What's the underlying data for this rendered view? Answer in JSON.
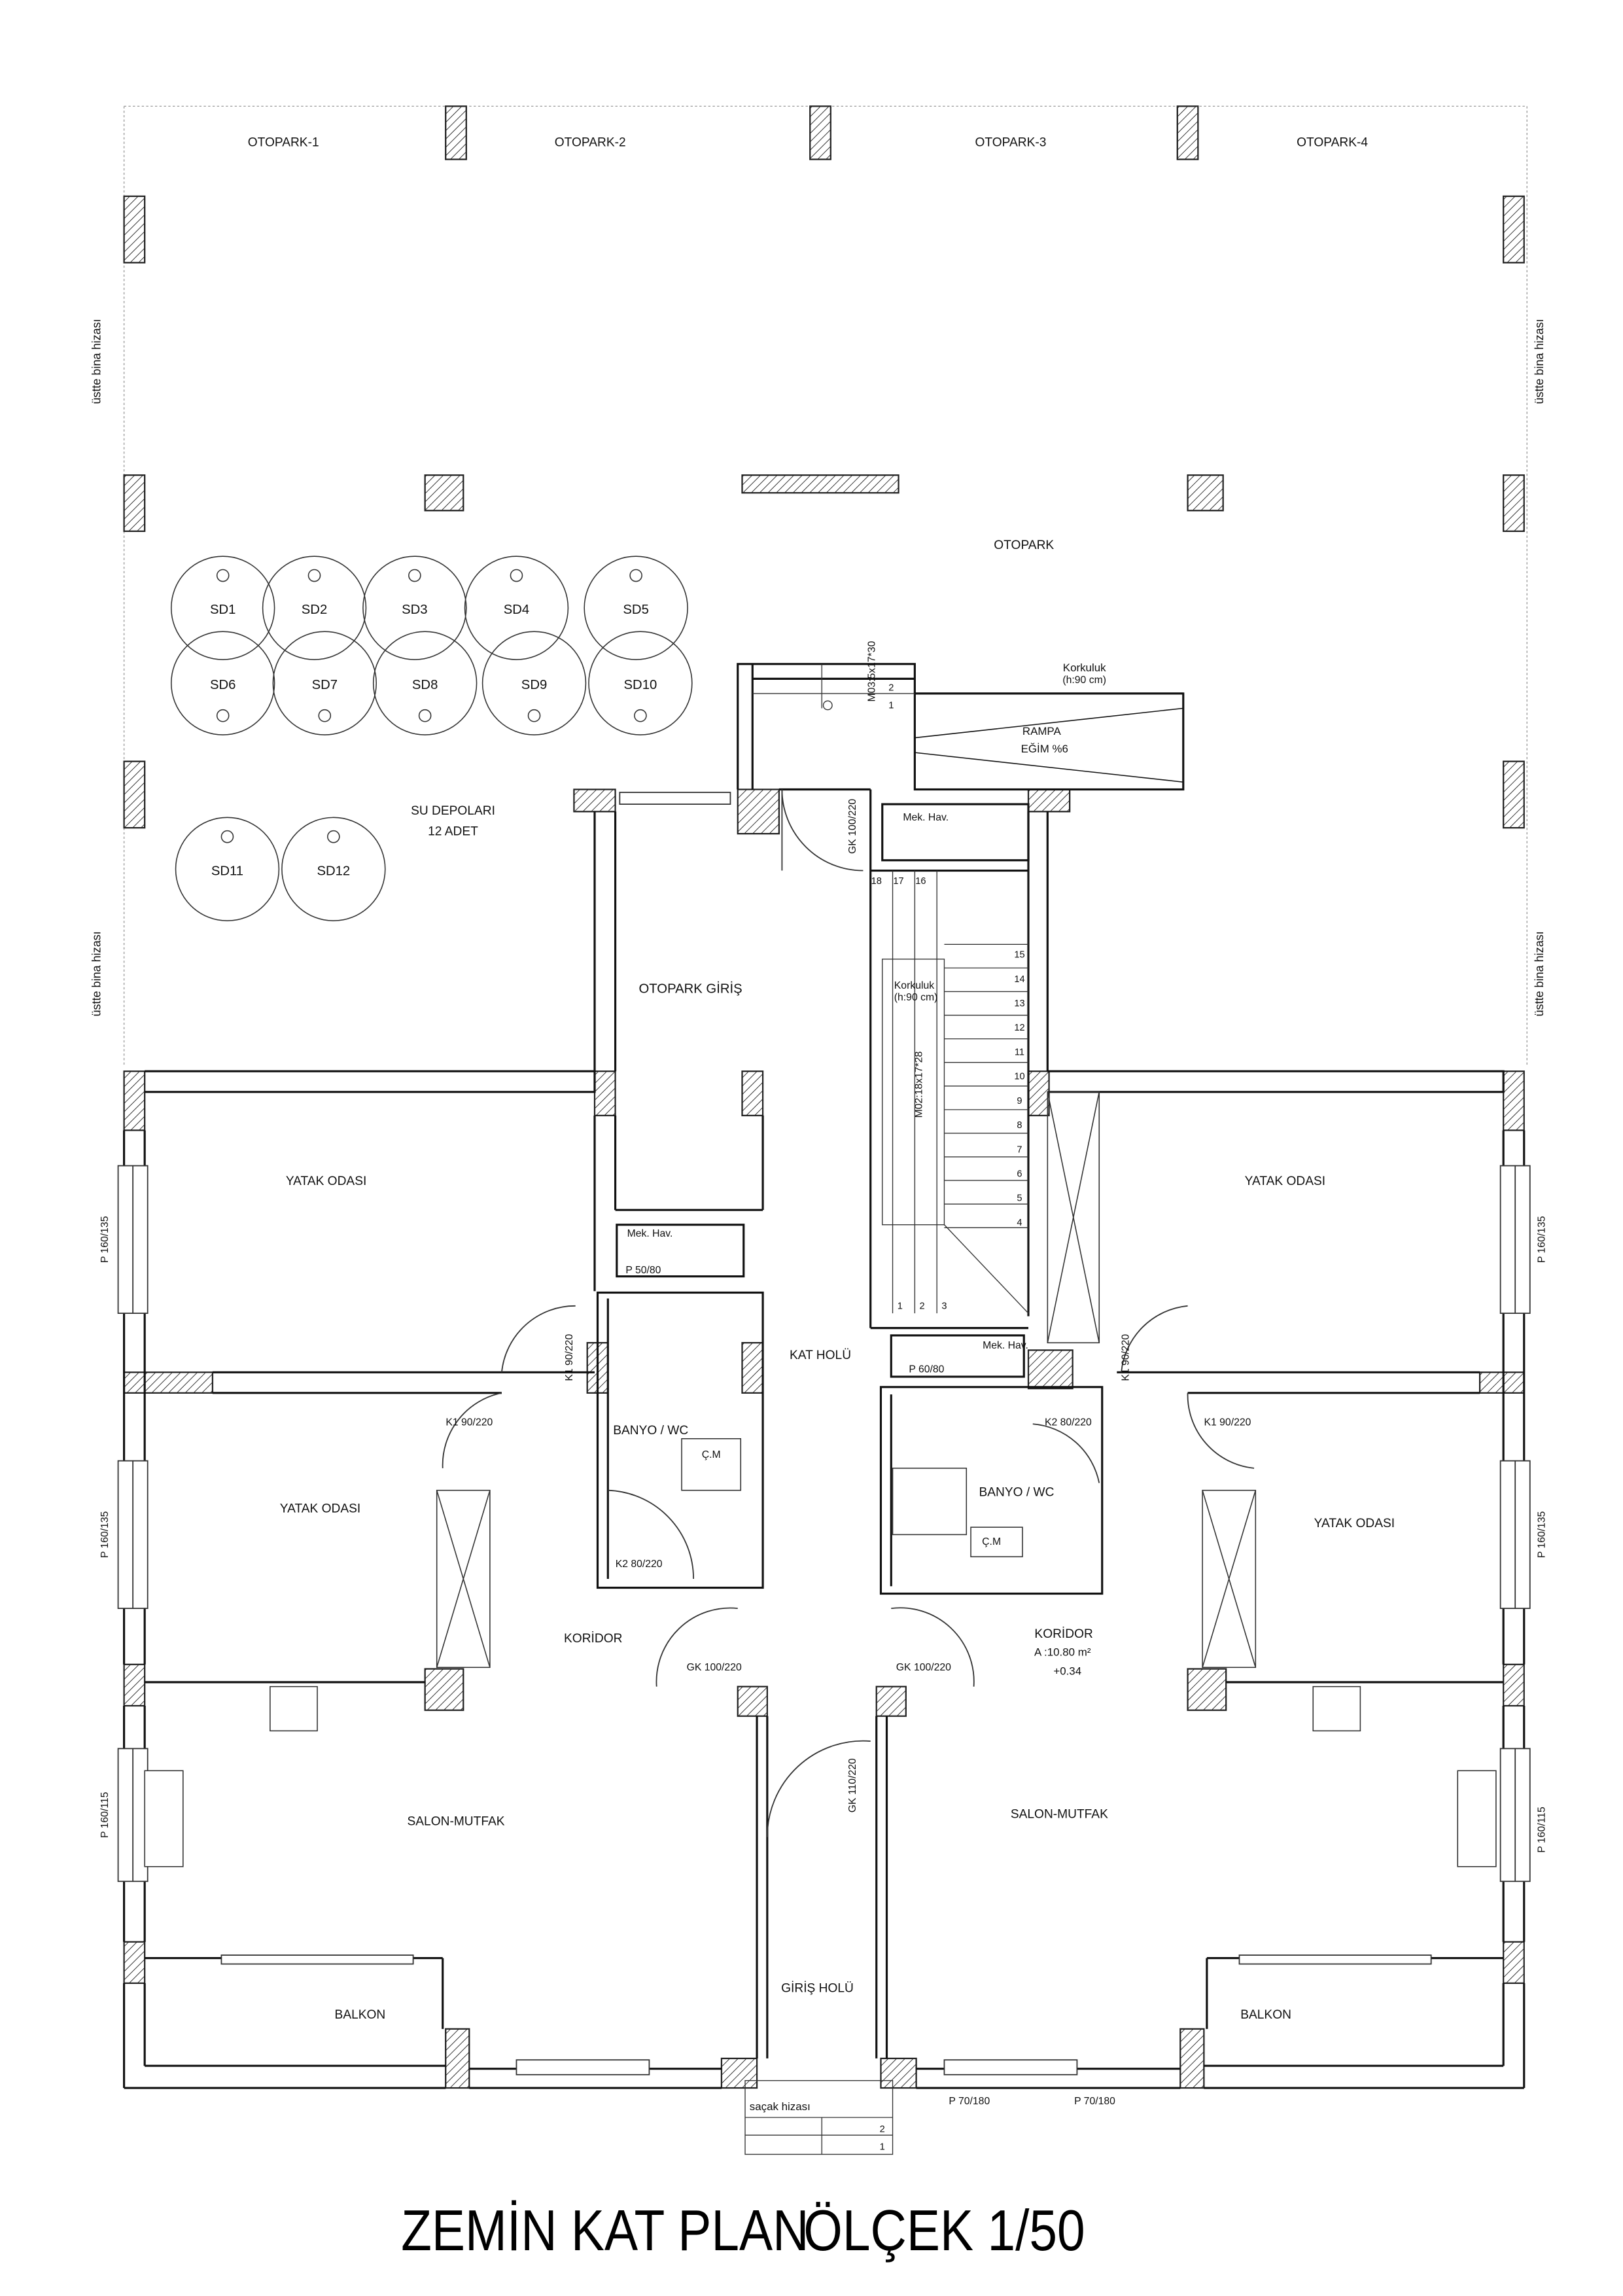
{
  "plan": {
    "title": "ZEMİN KAT PLAN",
    "scale": "ÖLÇEK 1/50"
  },
  "parking": {
    "spaces": [
      "OTOPARK-1",
      "OTOPARK-2",
      "OTOPARK-3",
      "OTOPARK-4"
    ],
    "main": "OTOPARK",
    "entrance": "OTOPARK GİRİŞ",
    "ramp": "RAMPA",
    "ramp_slope": "EĞİM %6",
    "railing": "Korkuluk",
    "railing_height": "(h:90 cm)",
    "upper_line": "üstte bina hizası"
  },
  "water_tanks": {
    "names": [
      "SD1",
      "SD2",
      "SD3",
      "SD4",
      "SD5",
      "SD6",
      "SD7",
      "SD8",
      "SD9",
      "SD10",
      "SD11",
      "SD12"
    ],
    "caption": "SU DEPOLARI",
    "count": "12 ADET"
  },
  "core": {
    "stair_top": "M03:5x17*30",
    "stair_main": "M02:18x17*28",
    "mech_shaft": "Mek. Hav.",
    "gk_100_220": "GK 100/220",
    "gk_110_220": "GK 110/220",
    "floor_hall": "KAT HOLÜ",
    "entrance_hall": "GİRİŞ HOLÜ",
    "eave_line": "saçak hizası",
    "steps_top": [
      "2",
      "1"
    ],
    "steps_top2": [
      "18",
      "17",
      "16"
    ],
    "steps_main": [
      "15",
      "14",
      "13",
      "12",
      "11",
      "10",
      "9",
      "8",
      "7",
      "6",
      "5",
      "4"
    ],
    "steps_bottom": [
      "1",
      "2",
      "3"
    ],
    "entry_steps": [
      "2",
      "1"
    ]
  },
  "rooms": {
    "bedroom": "YATAK ODASI",
    "bathroom": "BANYO / WC",
    "washer": "Ç.M",
    "corridor": "KORİDOR",
    "corridor_area": "A :10.80 m²",
    "corridor_level": "+0.34",
    "living_kitchen": "SALON-MUTFAK",
    "balcony": "BALKON"
  },
  "openings": {
    "p160_135": "P 160/135",
    "p160_115": "P 160/115",
    "p50_80": "P 50/80",
    "p60_80": "P 60/80",
    "p70_180": "P 70/180",
    "k1_90_220": "K1 90/220",
    "k2_80_220": "K2 80/220"
  }
}
